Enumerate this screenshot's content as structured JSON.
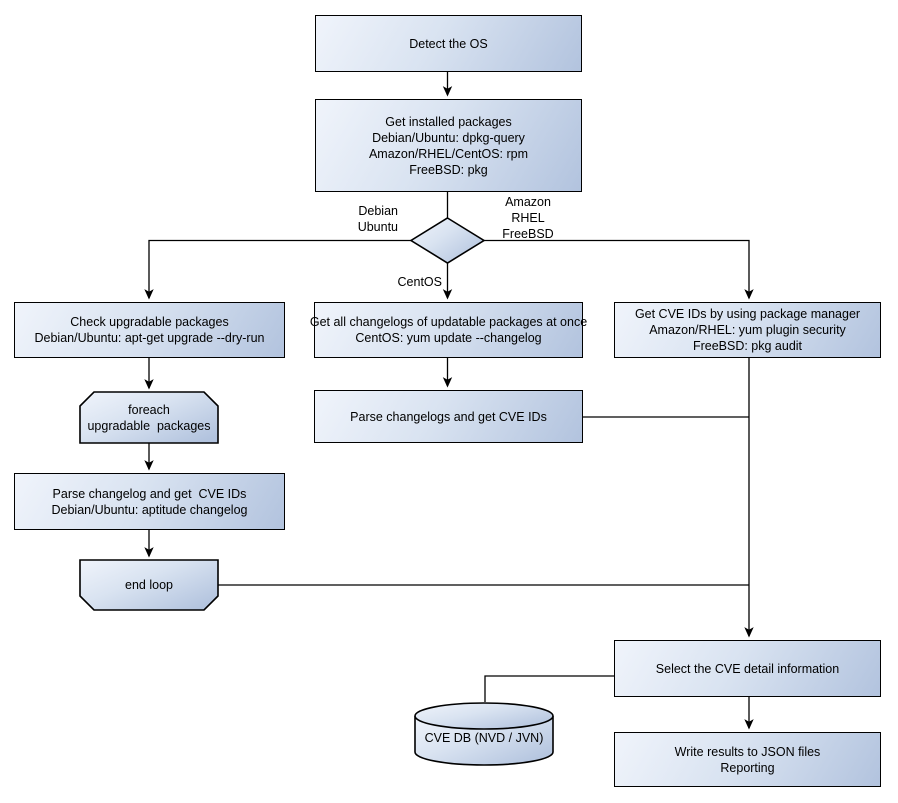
{
  "diagram": {
    "nodes": {
      "detect_os": {
        "label": "Detect the OS"
      },
      "get_installed_packages": {
        "label": "Get installed packages\nDebian/Ubuntu: dpkg-query\nAmazon/RHEL/CentOS: rpm\nFreeBSD: pkg"
      },
      "check_upgradable": {
        "label": "Check upgradable packages\nDebian/Ubuntu: apt-get upgrade --dry-run"
      },
      "foreach_loop": {
        "label": "foreach\nupgradable  packages"
      },
      "parse_changelog_debian": {
        "label": "Parse changelog and get  CVE IDs\nDebian/Ubuntu: aptitude changelog"
      },
      "end_loop": {
        "label": "end loop"
      },
      "get_all_changelogs": {
        "label": "Get all changelogs of updatable packages at once\nCentOS: yum update --changelog"
      },
      "parse_changelogs_centos": {
        "label": "Parse changelogs and get CVE IDs"
      },
      "get_cve_ids_pkg_manager": {
        "label": "Get CVE IDs by using package manager\nAmazon/RHEL: yum plugin security\nFreeBSD: pkg audit"
      },
      "select_cve_detail": {
        "label": "Select the CVE detail information"
      },
      "cve_db": {
        "label": "CVE DB (NVD / JVN)"
      },
      "write_results": {
        "label": "Write results to JSON files\nReporting"
      }
    },
    "edge_labels": {
      "debian_ubuntu": "Debian\nUbuntu",
      "amazon_rhel_freebsd": "Amazon\nRHEL\nFreeBSD",
      "centos": "CentOS"
    },
    "colors": {
      "node_fill_light": "#f0f4fb",
      "node_fill_dark": "#b2c3de",
      "node_border": "#000000",
      "connector": "#000000",
      "text": "#000000",
      "background": "#ffffff"
    }
  }
}
